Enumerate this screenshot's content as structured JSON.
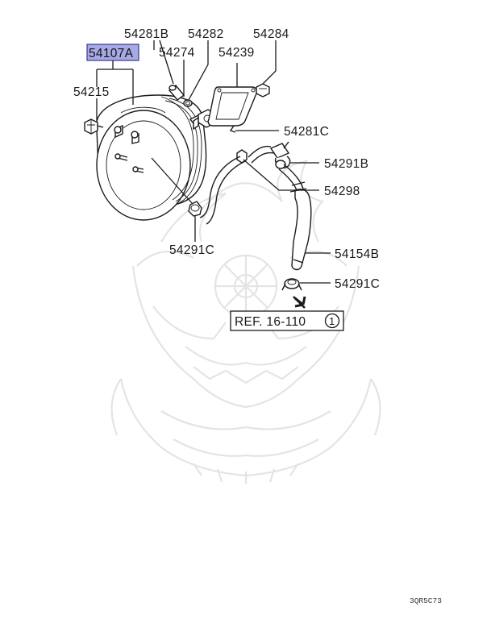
{
  "diagram": {
    "callouts": [
      {
        "id": "54281B",
        "label": "54281B"
      },
      {
        "id": "54282",
        "label": "54282"
      },
      {
        "id": "54284",
        "label": "54284"
      },
      {
        "id": "54107A",
        "label": "54107A",
        "highlighted": true
      },
      {
        "id": "54274",
        "label": "54274"
      },
      {
        "id": "54239",
        "label": "54239"
      },
      {
        "id": "54215",
        "label": "54215"
      },
      {
        "id": "54281C",
        "label": "54281C"
      },
      {
        "id": "54291B",
        "label": "54291B"
      },
      {
        "id": "54298",
        "label": "54298"
      },
      {
        "id": "54291C_left",
        "label": "54291C"
      },
      {
        "id": "54154B",
        "label": "54154B"
      },
      {
        "id": "54291C_right",
        "label": "54291C"
      }
    ],
    "reference": {
      "text": "REF. 16-110",
      "circle_number": "1"
    },
    "footer_code": "3QR5C73",
    "colors": {
      "highlight_fill": "#a7a9e6",
      "highlight_border": "#3a3a8a",
      "ink": "#1a1a1a",
      "watermark": "#e6e6e6"
    }
  }
}
